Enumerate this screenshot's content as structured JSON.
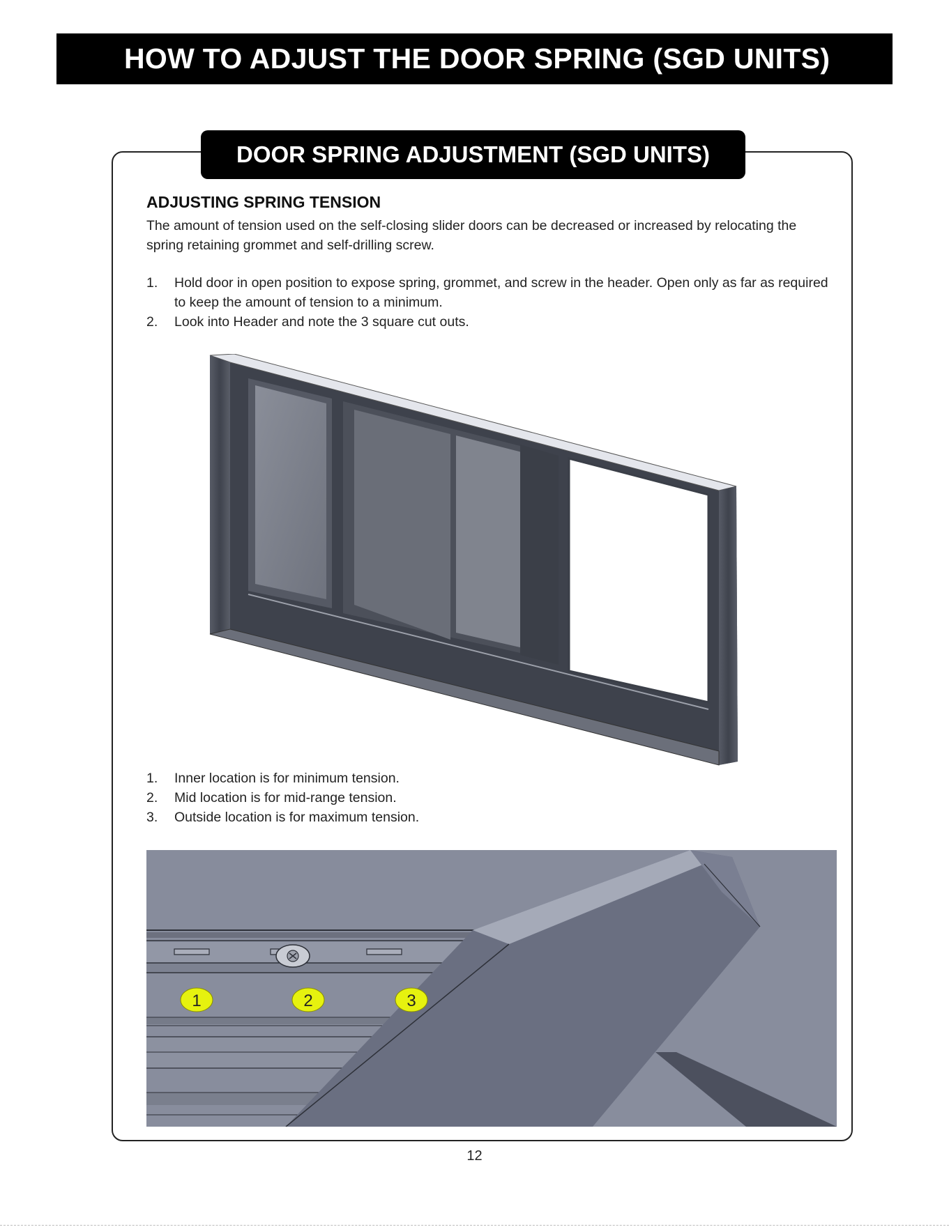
{
  "page_title": "HOW TO ADJUST THE DOOR SPRING (SGD UNITS)",
  "panel": {
    "title": "DOOR SPRING ADJUSTMENT (SGD UNITS)",
    "heading": "ADJUSTING SPRING TENSION",
    "intro": "The amount of tension used on the self-closing slider doors can be decreased or increased by relocating the spring retaining grommet and self-drilling screw.",
    "steps": [
      {
        "num": "1.",
        "text": "Hold door in open position to expose spring, grommet, and screw in the header. Open only as far as required to keep the amount of tension to a minimum."
      },
      {
        "num": "2.",
        "text": "Look into Header and note the 3 square cut outs."
      }
    ],
    "locations": [
      {
        "num": "1.",
        "text": "Inner location is for minimum tension."
      },
      {
        "num": "2.",
        "text": "Mid location is for mid-range tension."
      },
      {
        "num": "3.",
        "text": "Outside location is for maximum tension."
      }
    ],
    "callouts": [
      "1",
      "2",
      "3"
    ]
  },
  "page_number": "12",
  "colors": {
    "banner": "#000000",
    "frame": "#4b4f5b",
    "glass": "#7e828d",
    "header_metal": "#858a9b",
    "callout": "#e6f20f"
  }
}
